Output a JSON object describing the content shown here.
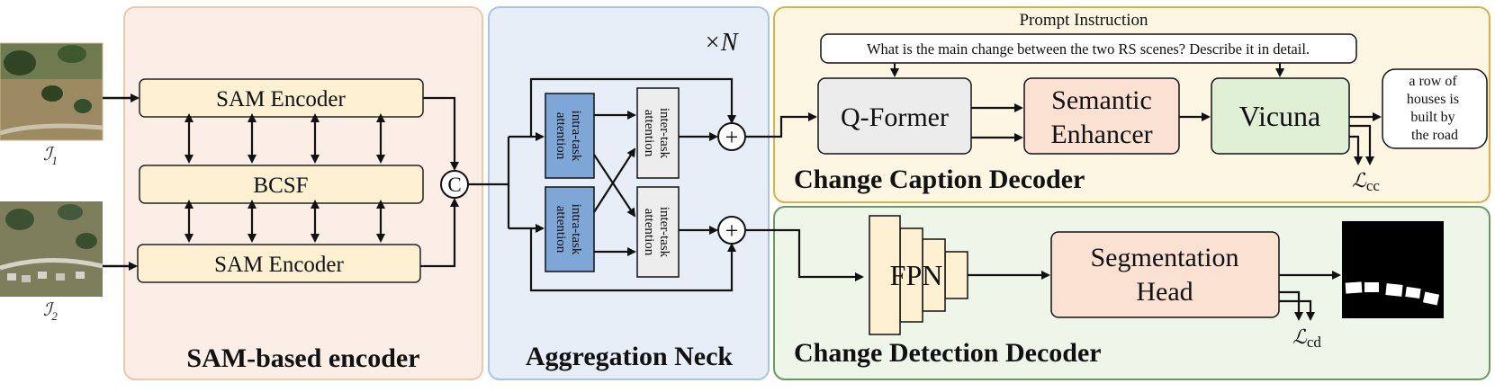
{
  "colors": {
    "encoder_panel": "#fbeee6",
    "encoder_panel_border": "#f2c7a8",
    "neck_panel": "#e8eef8",
    "neck_panel_border": "#a9c4e6",
    "caption_panel": "#fdf6e3",
    "caption_panel_border": "#d9b341",
    "detection_panel": "#eef6ea",
    "detection_panel_border": "#6b9a5a",
    "sam_box": "#fdf1d2",
    "intra_box": "#7ea7d8",
    "inter_box": "#ededed",
    "qformer_box": "#ececec",
    "semantic_box": "#fbe1d1",
    "vicuna_box": "#dff0d6",
    "fpn_box": "#fdf1d2",
    "seg_box": "#fbe1d1"
  },
  "inputs": {
    "image1_label": "ℐ",
    "image1_sub": "1",
    "image2_label": "ℐ",
    "image2_sub": "2",
    "image1_icon": "remote-sensing-image-t1",
    "image2_icon": "remote-sensing-image-t2"
  },
  "encoder": {
    "title": "SAM-based encoder",
    "sam_top": "SAM Encoder",
    "bcsf": "BCSF",
    "sam_bottom": "SAM Encoder",
    "concat_symbol": "C"
  },
  "neck": {
    "title": "Aggregation Neck",
    "repeat": "×N",
    "intra_top_line1": "intra-task",
    "intra_top_line2": "attention",
    "intra_bottom_line1": "intra-task",
    "intra_bottom_line2": "attention",
    "inter_top_line1": "inter-task",
    "inter_top_line2": "attention",
    "inter_bottom_line1": "inter-task",
    "inter_bottom_line2": "attention",
    "plus_symbol": "+"
  },
  "caption_decoder": {
    "title": "Change Caption Decoder",
    "prompt_label": "Prompt Instruction",
    "prompt_text": "What is the main change between the two RS scenes? Describe it in detail.",
    "qformer": "Q-Former",
    "semantic_line1": "Semantic",
    "semantic_line2": "Enhancer",
    "vicuna": "Vicuna",
    "output_line1": "a row of",
    "output_line2": "houses is",
    "output_line3": "built by",
    "output_line4": "the road",
    "loss": "ℒ",
    "loss_sub": "cc"
  },
  "detection_decoder": {
    "title": "Change Detection Decoder",
    "fpn": "FPN",
    "seg_line1": "Segmentation",
    "seg_line2": "Head",
    "mask_icon": "change-mask-output",
    "loss": "ℒ",
    "loss_sub": "cd"
  }
}
